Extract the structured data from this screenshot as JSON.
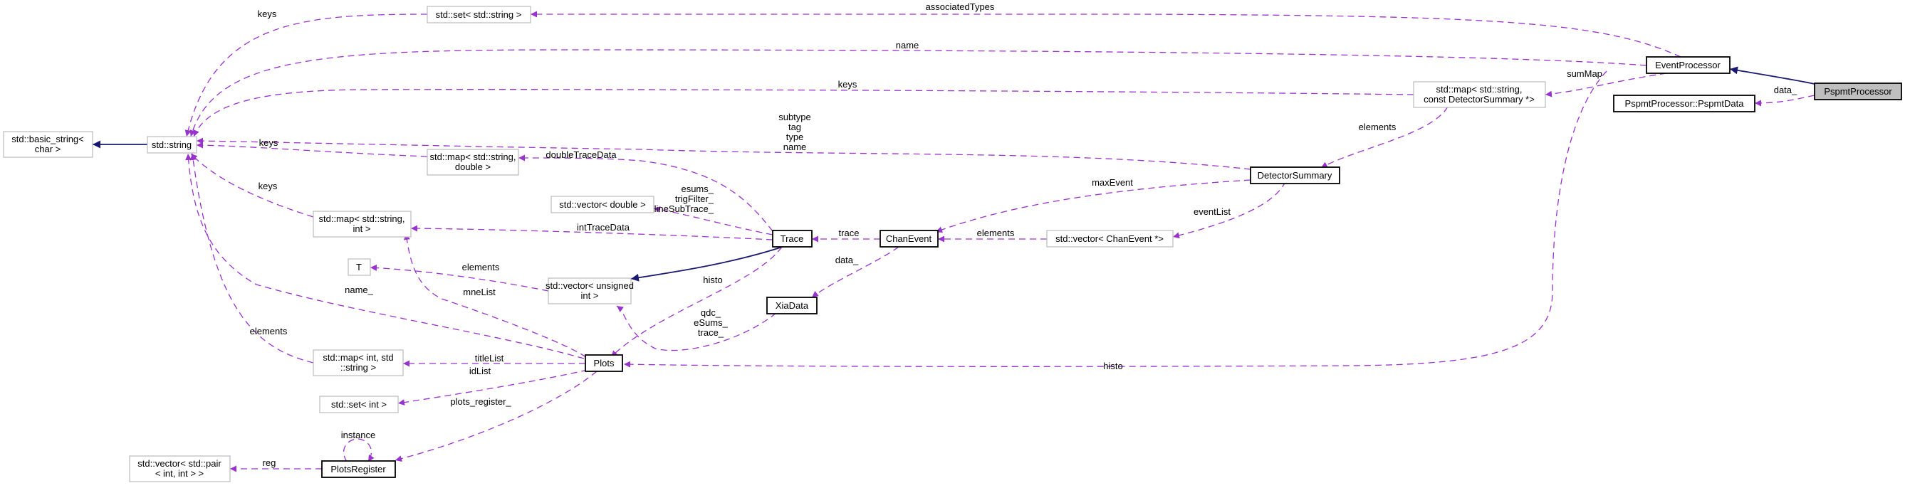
{
  "nodes": {
    "basic_string": [
      "std::basic_string<",
      "char >"
    ],
    "string": [
      "std::string"
    ],
    "set_string": [
      "std::set< std::string >"
    ],
    "map_string_double": [
      "std::map< std::string,",
      "double >"
    ],
    "vector_double": [
      "std::vector< double >"
    ],
    "map_string_int": [
      "std::map< std::string,",
      "int >"
    ],
    "T": [
      "T"
    ],
    "vector_uint": [
      "std::vector< unsigned",
      "int >"
    ],
    "map_int_string": [
      "std::map< int, std",
      "::string >"
    ],
    "set_int": [
      "std::set< int >"
    ],
    "vector_pair": [
      "std::vector< std::pair",
      "< int, int > >"
    ],
    "plots_register": [
      "PlotsRegister"
    ],
    "plots": [
      "Plots"
    ],
    "trace": [
      "Trace"
    ],
    "xia_data": [
      "XiaData"
    ],
    "chan_event": [
      "ChanEvent"
    ],
    "vector_chanevent": [
      "std::vector< ChanEvent *>"
    ],
    "detector_summary": [
      "DetectorSummary"
    ],
    "map_string_ds": [
      "std::map< std::string,",
      "const DetectorSummary *>"
    ],
    "event_processor": [
      "EventProcessor"
    ],
    "pspmt_data": [
      "PspmtProcessor::PspmtData"
    ],
    "pspmt_processor": [
      "PspmtProcessor"
    ]
  },
  "edge_labels": {
    "associated_types": [
      "associatedTypes"
    ],
    "keys_set": [
      "keys"
    ],
    "name_ep": [
      "name"
    ],
    "keys_map_ds": [
      "keys"
    ],
    "sum_map": [
      "sumMap"
    ],
    "data_pspmt": [
      "data_"
    ],
    "elements_ds": [
      "elements"
    ],
    "ds_fields": [
      "subtype",
      "tag",
      "type",
      "name"
    ],
    "keys_map_sd": [
      "keys"
    ],
    "double_trace_data": [
      "doubleTraceData"
    ],
    "keys_map_si": [
      "keys"
    ],
    "trace_vectors": [
      "esums_",
      "trigFilter_",
      "baselineSubTrace_"
    ],
    "max_event": [
      "maxEvent"
    ],
    "int_trace_data": [
      "intTraceData"
    ],
    "trace_ce": [
      "trace"
    ],
    "elements_vce": [
      "elements"
    ],
    "event_list": [
      "eventList"
    ],
    "data_xia": [
      "data_"
    ],
    "elements_T": [
      "elements"
    ],
    "histo_trace": [
      "histo"
    ],
    "mne_list": [
      "mneList"
    ],
    "name_plots": [
      "name_"
    ],
    "qdc": [
      "qdc_",
      "eSums_",
      "trace_"
    ],
    "elements_mis": [
      "elements"
    ],
    "title_list": [
      "titleList"
    ],
    "id_list": [
      "idList"
    ],
    "plots_register_": [
      "plots_register_"
    ],
    "instance": [
      "instance"
    ],
    "reg": [
      "reg"
    ],
    "histo_ep": [
      "histo"
    ]
  },
  "colors": {
    "inheritance": "#191970",
    "usage": "#9a32cd",
    "node_border": "#bfbfbf",
    "focus_fill": "#bfbfbf"
  }
}
